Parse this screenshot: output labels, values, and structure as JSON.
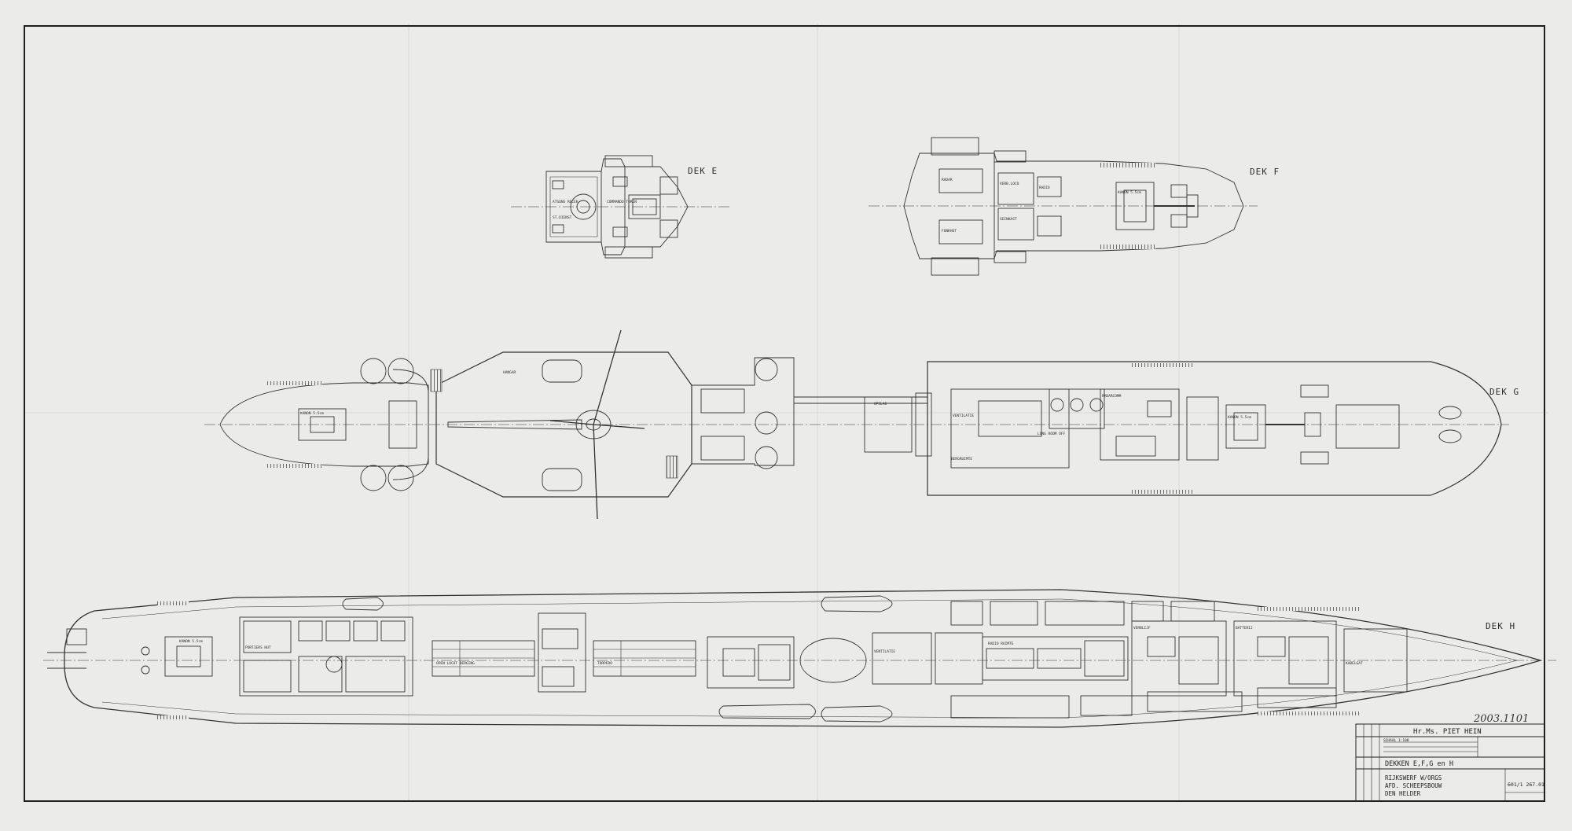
{
  "colors": {
    "paper": "#ebebe9",
    "ink": "#333333",
    "frame": "#1e1e1e"
  },
  "decks": {
    "e": {
      "label": "DEK E",
      "rooms": [
        "ATSONS RECEK",
        "COMMANDO TOREN",
        "ST.DIENST"
      ]
    },
    "f": {
      "label": "DEK F",
      "rooms": [
        "KANON 5.5cm",
        "RADAR",
        "VERB.LOCO",
        "SEINKAST",
        "FUNKHUT",
        "RADIO"
      ]
    },
    "g": {
      "label": "DEK G",
      "rooms": [
        "KANON 5.5cm",
        "HANGAR",
        "OPSLAG",
        "LONG ROOM OFF",
        "VENTILATIE",
        "KANON 5.5cm",
        "RADARCOMM",
        "BERGRUIMTE"
      ]
    },
    "h": {
      "label": "DEK H",
      "rooms": [
        "KANON 5.5cm",
        "PORTIERS HUT",
        "OPEN LUCHT BERGING",
        "TORPEDO",
        "VENTILATIE",
        "RADIO RUIMTE",
        "VERBLIJF",
        "BATTERIJ",
        "KABELGAT"
      ]
    }
  },
  "title_block": {
    "ship_name": "Hr.Ms. PIET HEIN",
    "drawing_title": "DEKKEN E,F,G en H",
    "yard_line1": "RIJKSWERF W/ORGS",
    "yard_line2": "AFD. SCHEEPSBOUW",
    "yard_line3": "DEN HELDER",
    "scale": "SCHAAL 1:100",
    "drawing_no": "601/1 267.01",
    "archive_no": "2003.1101"
  }
}
